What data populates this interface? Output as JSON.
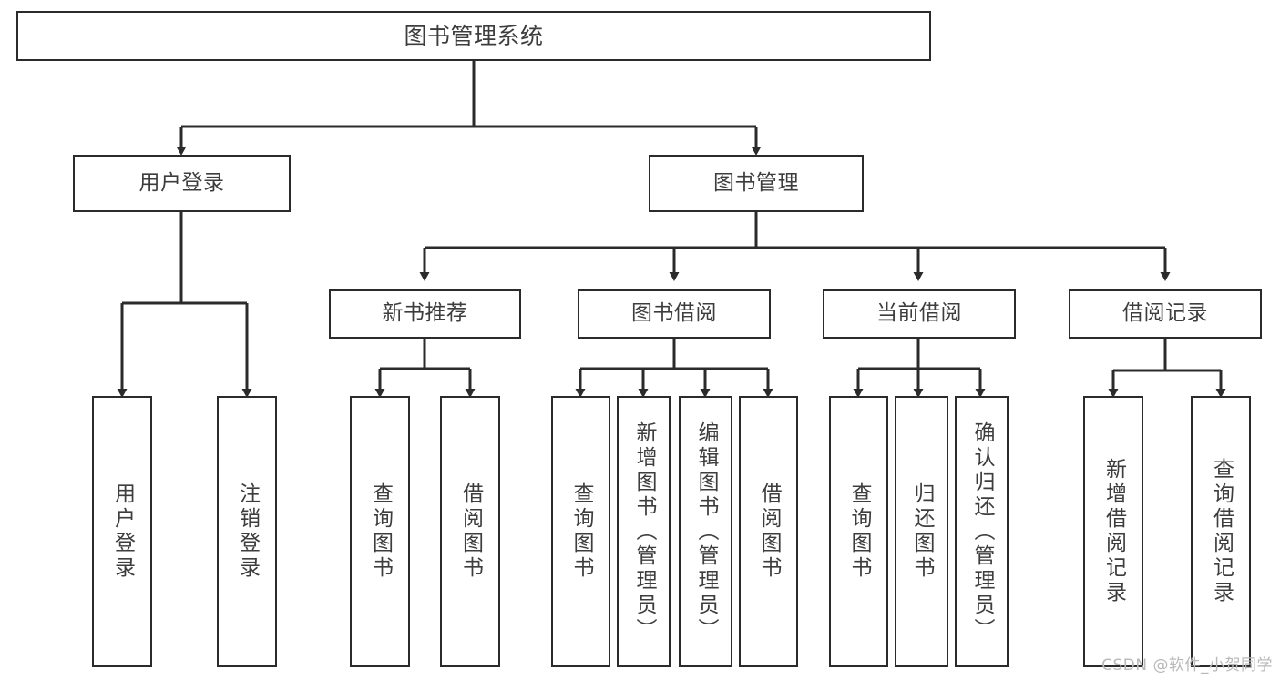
{
  "diagram": {
    "type": "tree-hierarchy-chart",
    "title": "图书管理系统",
    "colors": {
      "box_border": "#2b2b2b",
      "box_fill": "#ffffff",
      "connector": "#2b2b2b",
      "text": "#3d3d3d",
      "watermark": "#b9b9b9"
    },
    "root": {
      "label": "图书管理系统"
    },
    "level2": [
      {
        "id": "user-login",
        "label": "用户登录"
      },
      {
        "id": "book-management",
        "label": "图书管理"
      }
    ],
    "level3": [
      {
        "id": "new-book-recommend",
        "label": "新书推荐",
        "parent": "book-management"
      },
      {
        "id": "book-borrow",
        "label": "图书借阅",
        "parent": "book-management"
      },
      {
        "id": "current-borrow",
        "label": "当前借阅",
        "parent": "book-management"
      },
      {
        "id": "borrow-record",
        "label": "借阅记录",
        "parent": "book-management"
      }
    ],
    "leaves": [
      {
        "id": "leaf-user-login",
        "label": "用户登录",
        "parent": "user-login"
      },
      {
        "id": "leaf-user-logout",
        "label": "注销登录",
        "parent": "user-login"
      },
      {
        "id": "leaf-query-book-1",
        "label": "查询图书",
        "parent": "new-book-recommend"
      },
      {
        "id": "leaf-borrow-book-1",
        "label": "借阅图书",
        "parent": "new-book-recommend"
      },
      {
        "id": "leaf-query-book-2",
        "label": "查询图书",
        "parent": "book-borrow"
      },
      {
        "id": "leaf-add-book",
        "label": "新增图书（管理员）",
        "parent": "book-borrow"
      },
      {
        "id": "leaf-edit-book",
        "label": "编辑图书（管理员）",
        "parent": "book-borrow"
      },
      {
        "id": "leaf-borrow-book-2",
        "label": "借阅图书",
        "parent": "book-borrow"
      },
      {
        "id": "leaf-query-book-3",
        "label": "查询图书",
        "parent": "current-borrow"
      },
      {
        "id": "leaf-return-book",
        "label": "归还图书",
        "parent": "current-borrow"
      },
      {
        "id": "leaf-confirm-return",
        "label": "确认归还（管理员）",
        "parent": "current-borrow"
      },
      {
        "id": "leaf-add-record",
        "label": "新增借阅记录",
        "parent": "borrow-record"
      },
      {
        "id": "leaf-query-record",
        "label": "查询借阅记录",
        "parent": "borrow-record"
      }
    ]
  },
  "watermark": {
    "text": "CSDN @软件_小贺同学"
  }
}
